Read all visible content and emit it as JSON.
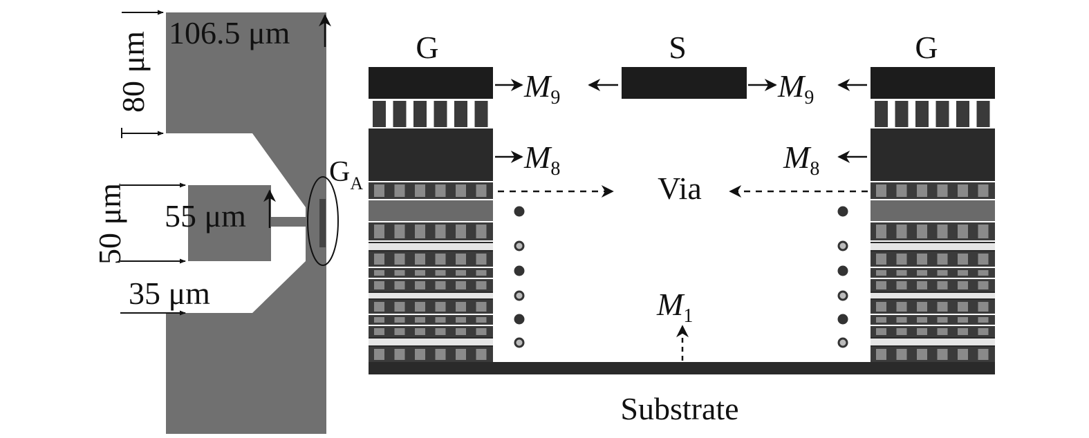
{
  "layout_view": {
    "dim_top_width": "106.5 μm",
    "dim_top_height": "80 μm",
    "dim_pad_width": "55 μm",
    "dim_pad_height": "50 μm",
    "dim_gap": "35 μm",
    "gap_label": {
      "main": "G",
      "sub": "A"
    }
  },
  "cross_section": {
    "ground_left_label": "G",
    "signal_label": "S",
    "ground_right_label": "G",
    "m9_label": {
      "main": "M",
      "sub": "9"
    },
    "m8_label": {
      "main": "M",
      "sub": "8"
    },
    "m1_label": {
      "main": "M",
      "sub": "1"
    },
    "via_label": "Via",
    "substrate_label": "Substrate"
  },
  "colors": {
    "metal_gray": "#707070",
    "dark_metal": "#1c1c1c",
    "line": "#111111"
  }
}
